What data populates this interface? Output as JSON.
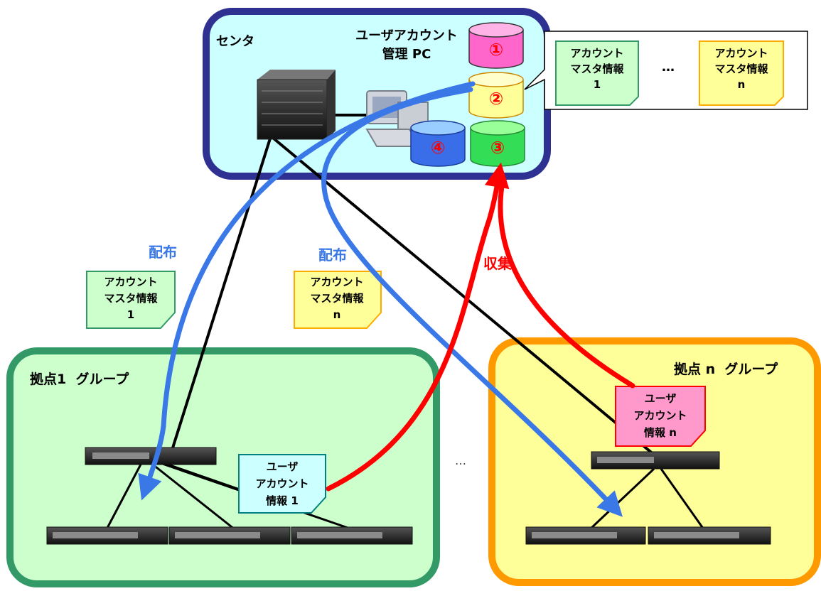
{
  "center": {
    "title": "センタ",
    "pc_label": [
      "ユーザアカウント",
      "管理 PC"
    ],
    "db_labels": [
      "①",
      "②",
      "③",
      "④"
    ]
  },
  "callout": {
    "note1": [
      "アカウント",
      "マスタ情報",
      "1"
    ],
    "ellipsis": "…",
    "noten": [
      "アカウント",
      "マスタ情報",
      "n"
    ]
  },
  "flows": {
    "distribute_label_1": "配布",
    "distribute_label_2": "配布",
    "collect_label": "収集"
  },
  "notes": {
    "master1": [
      "アカウント",
      "マスタ情報",
      "1"
    ],
    "mastern": [
      "アカウント",
      "マスタ情報",
      "n"
    ],
    "user1": [
      "ユーザ",
      "アカウント",
      "情報 1"
    ],
    "usern": [
      "ユーザ",
      "アカウント",
      "情報 n"
    ]
  },
  "groups": {
    "group1_title": "拠点1  グループ",
    "groupn_title": "拠点 n  グループ",
    "between_ellipsis": "…"
  },
  "colors": {
    "center_border": "#2e3192",
    "center_fill": "#ccffff",
    "group1_border": "#339966",
    "group1_fill": "#ccffcc",
    "groupn_border": "#ff9900",
    "groupn_fill": "#ffff99",
    "distribute": "#3a78e8",
    "collect": "#ff0000"
  }
}
